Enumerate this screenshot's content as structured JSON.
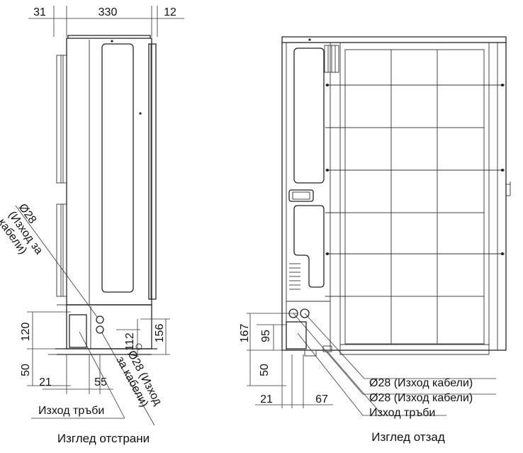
{
  "side_view": {
    "caption": "Изглед отстрани",
    "dims_top": [
      "31",
      "330",
      "12"
    ],
    "dims_right": [
      "112",
      "156"
    ],
    "dims_left": [
      "120",
      "50"
    ],
    "dims_bottom": [
      "21",
      "55"
    ],
    "cable_callout_top": [
      "Ø28",
      "(Изход за",
      "кабели)"
    ],
    "cable_callout_bottom": [
      "Ø28 (Изход",
      "за кабели)"
    ],
    "pipe_label": "Изход тръби"
  },
  "rear_view": {
    "caption": "Изглед отзад",
    "dims_left": [
      "167",
      "95",
      "50"
    ],
    "dims_bottom": [
      "21",
      "67"
    ],
    "callouts": [
      "Ø28 (Изход кабели)",
      "Ø28 (Изход кабели)",
      "Изход тръби"
    ]
  }
}
